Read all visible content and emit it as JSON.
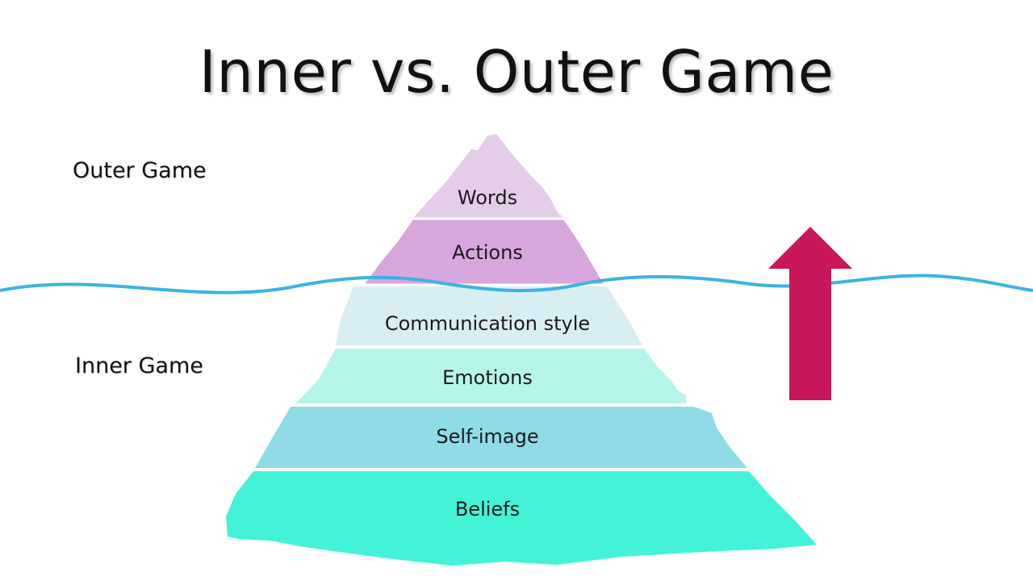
{
  "title": "Inner vs. Outer Game",
  "labels": {
    "outer": "Outer Game",
    "inner": "Inner Game"
  },
  "layers": [
    {
      "label": "Words",
      "color": "#e3cde8"
    },
    {
      "label": "Actions",
      "color": "#d7a6dd"
    },
    {
      "label": "Communication style",
      "color": "#d9eef3"
    },
    {
      "label": "Emotions",
      "color": "#b6f5e9"
    },
    {
      "label": "Self-image",
      "color": "#8fdce6"
    },
    {
      "label": "Beliefs",
      "color": "#42f3d8"
    }
  ],
  "waterline_color": "#3bb3e3",
  "arrow": {
    "direction": "up",
    "color": "#c8175b"
  }
}
